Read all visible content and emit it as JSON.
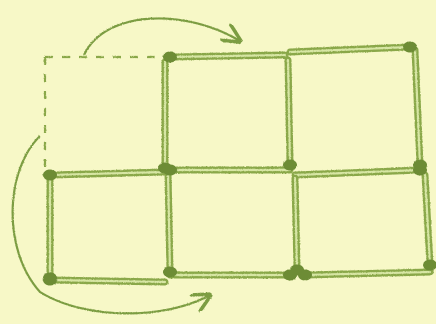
{
  "diagram": {
    "style": "hand-drawn matchstick puzzle",
    "background_color": "#f7f8c7",
    "stick_color": "#8aa84a",
    "stick_highlight": "#d7e6a4",
    "head_color": "#6d8c36",
    "arrow_color": "#7c9d42",
    "grid": {
      "rows": 2,
      "cols": 3,
      "missing_segments": [
        "top-left-top",
        "top-left-left"
      ],
      "move_arrows": 2
    }
  }
}
